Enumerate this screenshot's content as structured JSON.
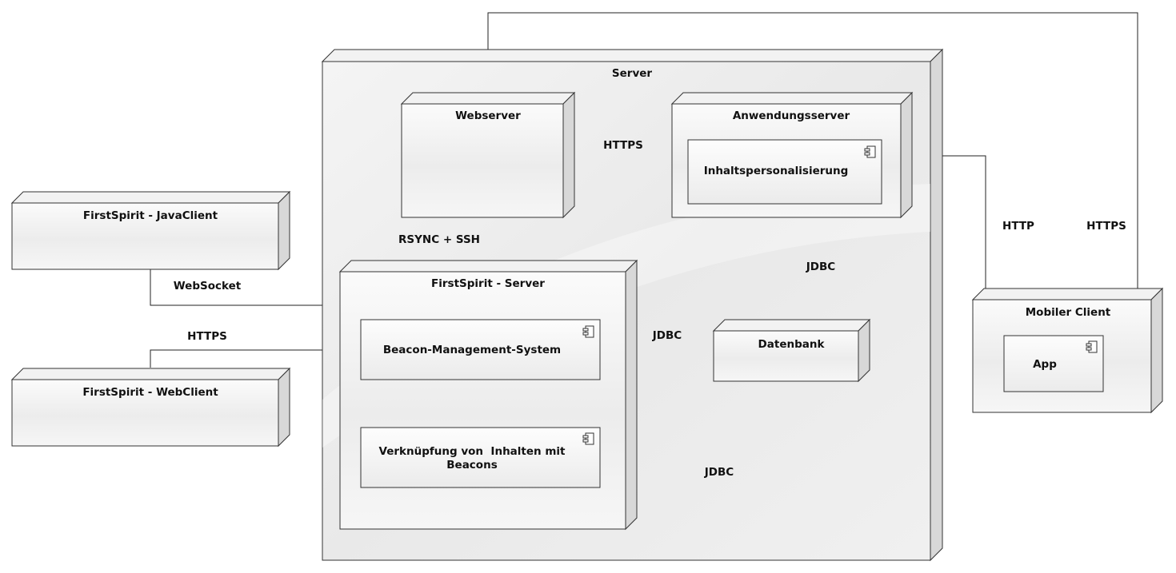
{
  "nodes": {
    "server": "Server",
    "webserver": "Webserver",
    "anwendungsserver": "Anwendungsserver",
    "firstspirit_server": "FirstSpirit - Server",
    "datenbank": "Datenbank",
    "javaclient": "FirstSpirit - JavaClient",
    "webclient": "FirstSpirit - WebClient",
    "mobiler_client": "Mobiler Client"
  },
  "components": {
    "inhaltspersonalisierung": "Inhaltspersonalisierung",
    "beacon_management": "Beacon-Management-System",
    "verknuepfung_line1": "Verknüpfung von  Inhalten mit",
    "verknuepfung_line2": "Beacons",
    "app": "App"
  },
  "edges": {
    "web_to_anw": "HTTPS",
    "web_to_fs": "RSYNC + SSH",
    "anw_to_db": "JDBC",
    "bms_to_db": "JDBC",
    "verk_to_db": "JDBC",
    "javaclient_to_fs": "WebSocket",
    "webclient_to_fs": "HTTPS",
    "anw_to_app": "HTTP",
    "web_to_app": "HTTPS"
  }
}
